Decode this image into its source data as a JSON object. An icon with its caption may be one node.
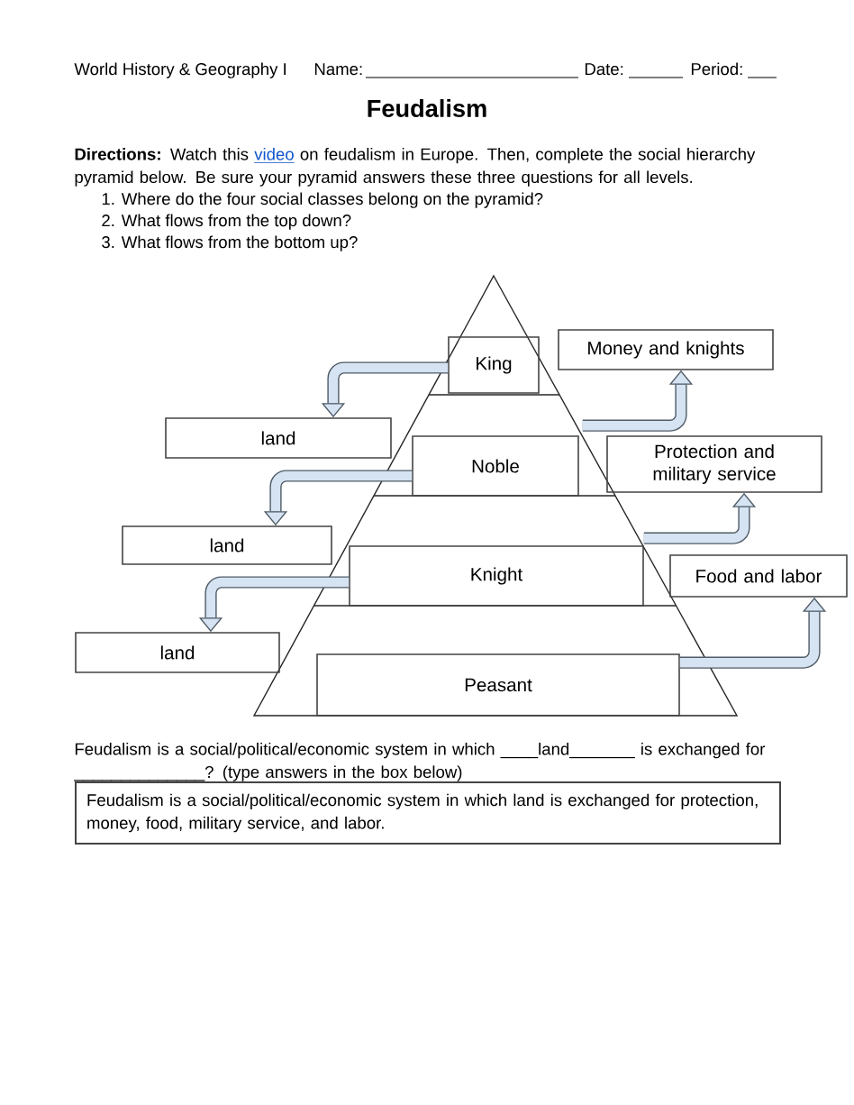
{
  "diagram": {
    "title": "Feudalism",
    "nodes": [
      {
        "text": [
          "King"
        ]
      },
      {
        "text": [
          "Money and knights"
        ]
      },
      {
        "text": [
          "land"
        ]
      },
      {
        "text": [
          "Noble"
        ]
      },
      {
        "text": [
          "Protection and military service"
        ]
      },
      {
        "text": [
          "land"
        ]
      },
      {
        "text": [
          "Knight"
        ]
      },
      {
        "text": [
          "Food and labor"
        ]
      },
      {
        "text": [
          "land"
        ]
      },
      {
        "text": [
          "Peasant"
        ]
      },
      {
        "text": [
          "Feudalism is a social/political/economic system in which land is exchanged for protection, money, food, military service, and labor."
        ]
      }
    ],
    "edges": [
      {
        "from": 0,
        "to": 2,
        "arrow": "to"
      },
      {
        "from": 3,
        "to": 1,
        "arrow": "to"
      },
      {
        "from": 3,
        "to": 5,
        "arrow": "to"
      },
      {
        "from": 6,
        "to": 4,
        "arrow": "to"
      },
      {
        "from": 6,
        "to": 8,
        "arrow": "to"
      },
      {
        "from": 9,
        "to": 7,
        "arrow": "to"
      }
    ],
    "labels": [
      "World History & Geography I",
      "Name:",
      "Date:",
      "Period:",
      "**Directions:** Watch this",
      "video",
      "on feudalism in Europe. Then, complete the social hierarchy pyramid below. Be sure your pyramid answers these three questions for all levels.",
      "1. Where do the four social classes belong on the pyramid?",
      "2. What flows from the top down?",
      "3. What flows from the bottom up?",
      "Feudalism is a social/political/economic system in which ____land_______ is exchanged for ______________? (type answers in the box below)"
    ]
  }
}
